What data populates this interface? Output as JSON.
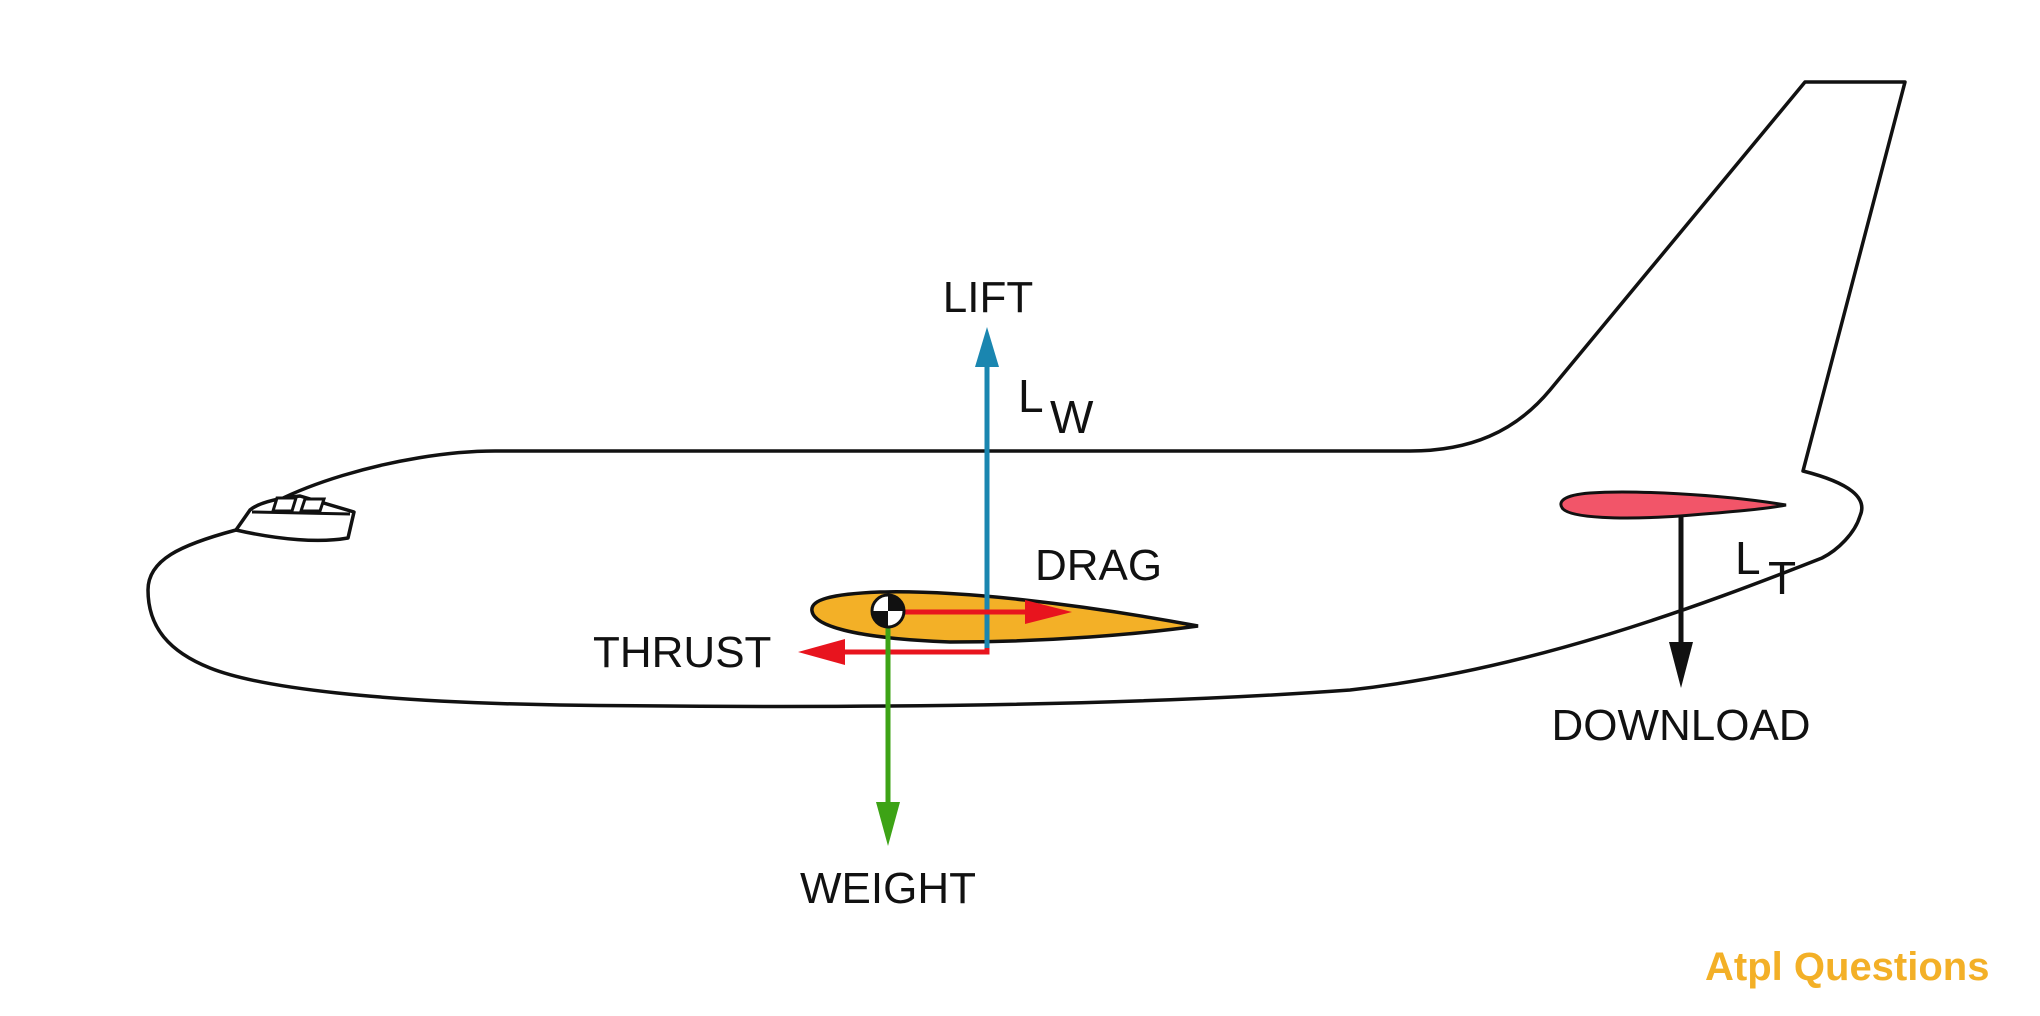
{
  "labels": {
    "lift": "LIFT",
    "lw_main": "L",
    "lw_sub": "W",
    "drag": "DRAG",
    "thrust": "THRUST",
    "lt_main": "L",
    "lt_sub": "T",
    "download": "DOWNLOAD",
    "weight": "WEIGHT"
  },
  "brand": {
    "a": "A",
    "tpl": "tpl",
    "questions": "Questions"
  },
  "colors": {
    "outline": "#111111",
    "lift": "#1a86b0",
    "drag_thrust": "#e8141e",
    "weight": "#3da316",
    "wing": "#f3b027",
    "tailplane": "#f25569",
    "brand": "#f3b027"
  },
  "icons": {
    "cg": "center-of-gravity-icon"
  }
}
